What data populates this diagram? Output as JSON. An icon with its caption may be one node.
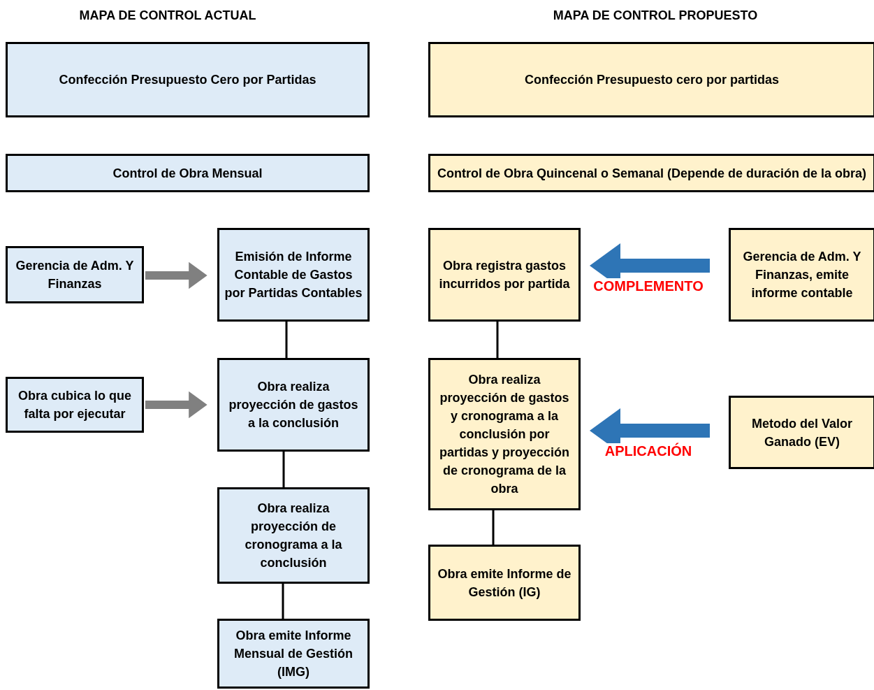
{
  "diagram": {
    "nodes": [
      {
        "text": [
          "Confección Presupuesto Cero por Partidas"
        ]
      },
      {
        "text": [
          "Control de Obra Mensual"
        ]
      },
      {
        "text": [
          "Gerencia de Adm. Y Finanzas"
        ]
      },
      {
        "text": [
          "Emisión de Informe Contable de Gastos por Partidas Contables"
        ]
      },
      {
        "text": [
          "Obra cubica lo que falta por ejecutar"
        ]
      },
      {
        "text": [
          "Obra realiza proyección de gastos a la conclusión"
        ]
      },
      {
        "text": [
          "Obra realiza proyección de cronograma a la conclusión"
        ]
      },
      {
        "text": [
          "Obra emite Informe Mensual de Gestión (IMG)"
        ]
      },
      {
        "text": [
          "Confección Presupuesto cero por partidas"
        ]
      },
      {
        "text": [
          "Control de Obra Quincenal o Semanal (Depende de duración de la obra)"
        ]
      },
      {
        "text": [
          "Obra registra gastos incurridos por partida"
        ]
      },
      {
        "text": [
          "Gerencia de Adm. Y Finanzas, emite informe contable"
        ]
      },
      {
        "text": [
          "Obra realiza proyección de gastos y cronograma a la conclusión por partidas y proyección de cronograma de la obra"
        ]
      },
      {
        "text": [
          "Metodo del Valor Ganado (EV)"
        ]
      },
      {
        "text": [
          "Obra emite Informe de Gestión (IG)"
        ]
      }
    ],
    "edges": [
      {
        "from": 2,
        "to": 3,
        "arrow": "to",
        "style": "thick",
        "color": "#808080"
      },
      {
        "from": 4,
        "to": 5,
        "arrow": "to",
        "style": "thick",
        "color": "#808080"
      },
      {
        "from": 3,
        "to": 5,
        "arrow": "none"
      },
      {
        "from": 5,
        "to": 6,
        "arrow": "none"
      },
      {
        "from": 6,
        "to": 7,
        "arrow": "none"
      },
      {
        "from": 11,
        "to": 10,
        "arrow": "to",
        "label": "COMPLEMENTO",
        "style": "thick",
        "color": "#2e75b6"
      },
      {
        "from": 13,
        "to": 12,
        "arrow": "to",
        "label": "APLICACIÓN",
        "style": "thick",
        "color": "#2e75b6"
      },
      {
        "from": 10,
        "to": 12,
        "arrow": "none"
      },
      {
        "from": 12,
        "to": 14,
        "arrow": "none"
      }
    ],
    "labels": [
      "MAPA DE CONTROL ACTUAL",
      "MAPA DE CONTROL PROPUESTO"
    ]
  }
}
